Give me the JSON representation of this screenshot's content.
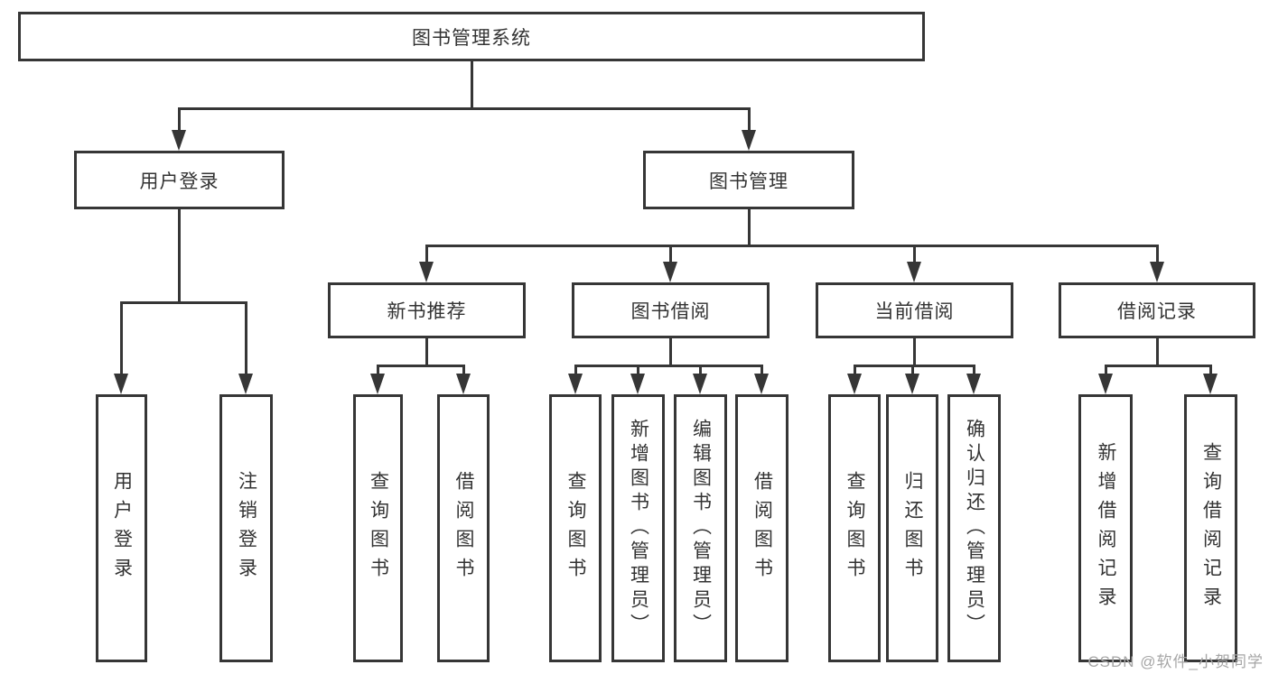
{
  "diagram": {
    "nodes": [
      {
        "id": "root",
        "label": "图书管理系统",
        "parent": null
      },
      {
        "id": "user-login",
        "label": "用户登录",
        "parent": "root"
      },
      {
        "id": "book-mgmt",
        "label": "图书管理",
        "parent": "root"
      },
      {
        "id": "new-book-rec",
        "label": "新书推荐",
        "parent": "book-mgmt"
      },
      {
        "id": "book-borrow",
        "label": "图书借阅",
        "parent": "book-mgmt"
      },
      {
        "id": "current-borrow",
        "label": "当前借阅",
        "parent": "book-mgmt"
      },
      {
        "id": "borrow-records",
        "label": "借阅记录",
        "parent": "book-mgmt"
      },
      {
        "id": "leaf-user-login",
        "label": "用户登录",
        "parent": "user-login"
      },
      {
        "id": "leaf-logout",
        "label": "注销登录",
        "parent": "user-login"
      },
      {
        "id": "leaf-query-book-1",
        "label": "查询图书",
        "parent": "new-book-rec"
      },
      {
        "id": "leaf-borrow-book-1",
        "label": "借阅图书",
        "parent": "new-book-rec"
      },
      {
        "id": "leaf-query-book-2",
        "label": "查询图书",
        "parent": "book-borrow"
      },
      {
        "id": "leaf-add-book",
        "label": "新增图书（管理员）",
        "parent": "book-borrow"
      },
      {
        "id": "leaf-edit-book",
        "label": "编辑图书（管理员）",
        "parent": "book-borrow"
      },
      {
        "id": "leaf-borrow-book-2",
        "label": "借阅图书",
        "parent": "book-borrow"
      },
      {
        "id": "leaf-query-book-3",
        "label": "查询图书",
        "parent": "current-borrow"
      },
      {
        "id": "leaf-return-book",
        "label": "归还图书",
        "parent": "current-borrow"
      },
      {
        "id": "leaf-confirm-return",
        "label": "确认归还（管理员）",
        "parent": "current-borrow"
      },
      {
        "id": "leaf-add-record",
        "label": "新增借阅记录",
        "parent": "borrow-records"
      },
      {
        "id": "leaf-query-record",
        "label": "查询借阅记录",
        "parent": "borrow-records"
      }
    ]
  },
  "watermark": {
    "text": "CSDN @软件_小贺同学"
  },
  "colors": {
    "line": "#363636",
    "text": "#333333",
    "watermark": "#a6a6a6",
    "background": "#ffffff"
  }
}
